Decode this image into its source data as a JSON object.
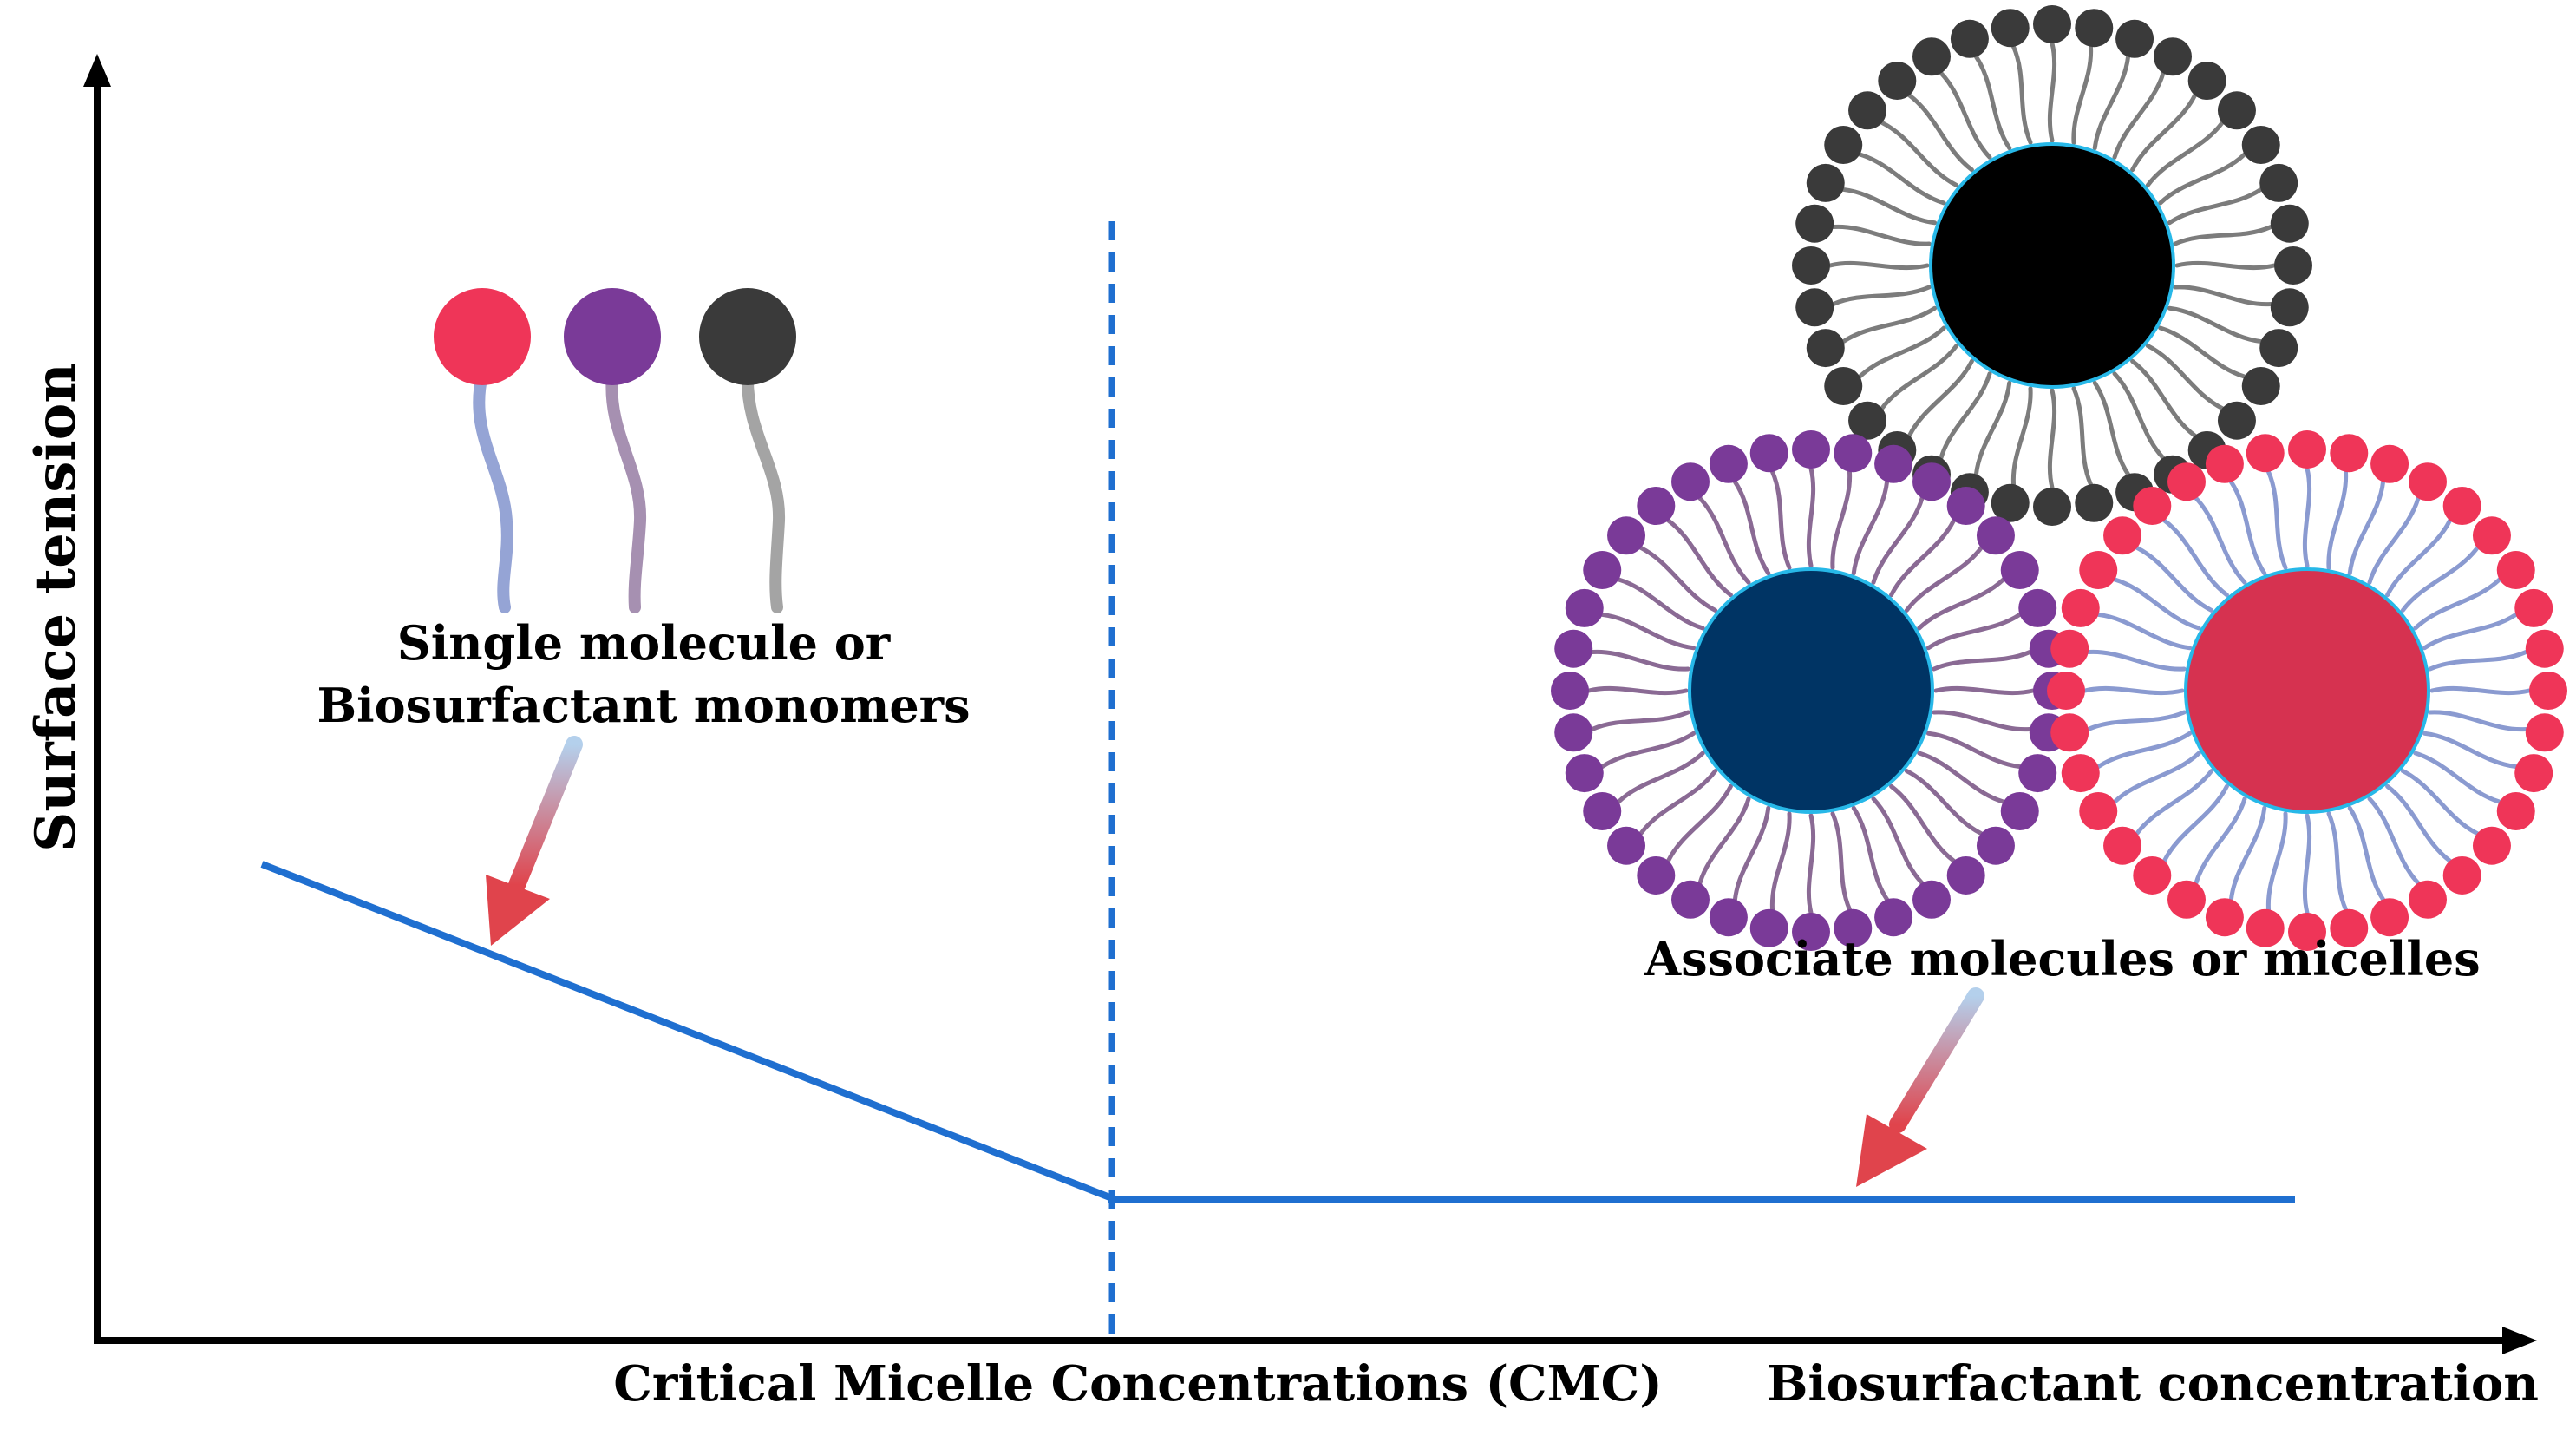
{
  "diagram": {
    "y_axis_label": "Surface tension",
    "x_axis_label_cmc": "Critical Micelle Concentrations (CMC)",
    "x_axis_label_concentration": "Biosurfactant concentration",
    "monomer_label_line1": "Single molecule or",
    "monomer_label_line2": "Biosurfactant monomers",
    "micelle_label": "Associate molecules or micelles"
  },
  "colors": {
    "curve": "#1f6fd0",
    "axis": "#000000",
    "red_head": "#ef3558",
    "purple_head": "#7a3a98",
    "black_head": "#3a3a3a",
    "micelle_core_black": "#000000",
    "micelle_core_navy": "#003464",
    "micelle_core_red": "#d63250",
    "core_ring": "#27b8e8",
    "arrow_start": "#b4d0ec",
    "arrow_end": "#e0444c"
  },
  "monomers": [
    {
      "name": "red",
      "head": "#ef3558",
      "tail": "#8a9ad0"
    },
    {
      "name": "purple",
      "head": "#7a3a98",
      "tail": "#9c84a8"
    },
    {
      "name": "black",
      "head": "#3a3a3a",
      "tail": "#9a9a9a"
    }
  ],
  "micelles": [
    {
      "name": "black-micelle",
      "head": "#3a3a3a",
      "tail": "#7c7c7c",
      "core": "#000000",
      "heads": 36
    },
    {
      "name": "purple-micelle",
      "head": "#7a3a98",
      "tail": "#8a6a94",
      "core": "#003464",
      "heads": 36
    },
    {
      "name": "red-micelle",
      "head": "#ef3558",
      "tail": "#8a9ad0",
      "core": "#d63250",
      "heads": 36
    }
  ]
}
